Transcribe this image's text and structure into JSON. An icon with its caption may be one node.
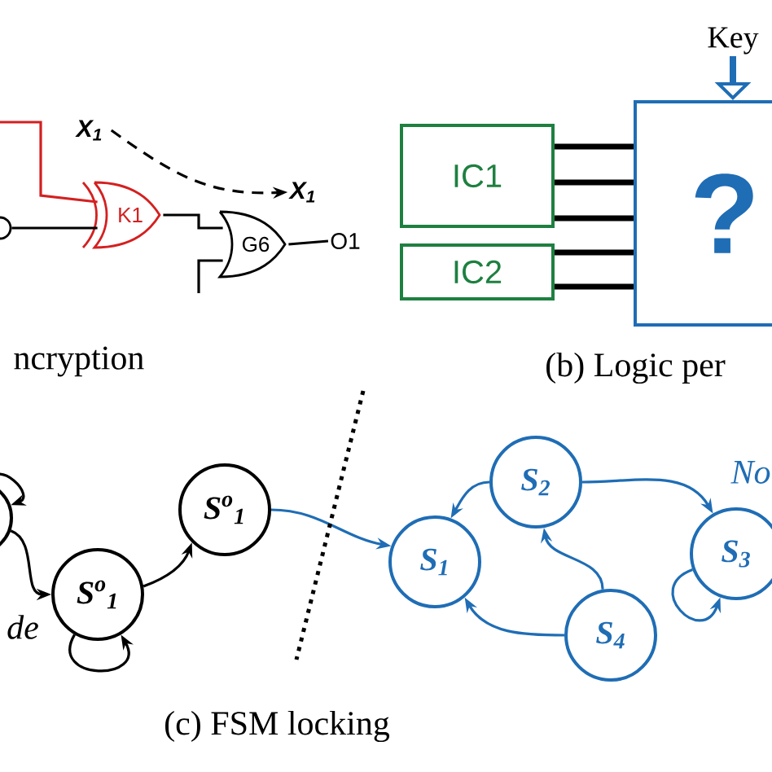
{
  "diagram": {
    "nodes": [
      {
        "text": [
          "X$_{1}$"
        ]
      },
      {
        "text": [
          "X$_{1}$"
        ]
      },
      {
        "text": [
          "K1"
        ]
      },
      {
        "text": [
          "G6"
        ]
      },
      {
        "text": [
          "O1"
        ]
      },
      {
        "text": [],
        "shape": "circle"
      },
      {
        "text": [
          "IC1"
        ]
      },
      {
        "text": [
          "IC2"
        ]
      },
      {
        "text": [
          "?"
        ]
      },
      {
        "text": [
          "Key"
        ]
      },
      {
        "text": [],
        "shape": "circle"
      },
      {
        "text": [
          "S$^{o}$$_{1}$"
        ]
      },
      {
        "text": [
          "S$^{o}$$_{1}$"
        ]
      },
      {
        "text": [
          "S$_{1}$"
        ]
      },
      {
        "text": [
          "S$_{2}$"
        ]
      },
      {
        "text": [
          "S$_{3}$"
        ]
      },
      {
        "text": [
          "S$_{4}$"
        ]
      }
    ],
    "edges": [
      {
        "from": 0,
        "to": 1,
        "arrow": "to",
        "style": "dashed"
      },
      {
        "from": null,
        "to": 2,
        "arrow": "none",
        "color": "#d42020"
      },
      {
        "from": 5,
        "to": 2,
        "arrow": "none"
      },
      {
        "from": 2,
        "to": 3,
        "arrow": "none"
      },
      {
        "from": null,
        "to": 3,
        "arrow": "none"
      },
      {
        "from": 3,
        "to": 4,
        "arrow": "none"
      },
      {
        "from": 6,
        "to": 8,
        "arrow": "none",
        "style": "thick"
      },
      {
        "from": 6,
        "to": 8,
        "arrow": "none",
        "style": "thick"
      },
      {
        "from": 6,
        "to": 8,
        "arrow": "none",
        "style": "thick"
      },
      {
        "from": 7,
        "to": 8,
        "arrow": "none",
        "style": "thick"
      },
      {
        "from": 7,
        "to": 8,
        "arrow": "none",
        "style": "thick"
      },
      {
        "from": 9,
        "to": 8,
        "arrow": "to",
        "style": "thick",
        "color": "#1f6db5"
      },
      {
        "from": 10,
        "to": 10,
        "arrow": "to"
      },
      {
        "from": 10,
        "to": 11,
        "arrow": "to"
      },
      {
        "from": 11,
        "to": 11,
        "arrow": "to"
      },
      {
        "from": 11,
        "to": 12,
        "arrow": "to"
      },
      {
        "from": 12,
        "to": 13,
        "arrow": "to",
        "color": "#1f6db5"
      },
      {
        "from": 14,
        "to": 13,
        "arrow": "to",
        "color": "#1f6db5"
      },
      {
        "from": 14,
        "to": 15,
        "arrow": "to",
        "color": "#1f6db5"
      },
      {
        "from": 16,
        "to": 13,
        "arrow": "to",
        "color": "#1f6db5"
      },
      {
        "from": 16,
        "to": 14,
        "arrow": "to",
        "color": "#1f6db5"
      },
      {
        "from": 15,
        "to": 15,
        "arrow": "to",
        "color": "#1f6db5"
      }
    ],
    "labels": [
      "ncryption",
      "(b) Logic per",
      "de",
      "No",
      "(c) FSM locking"
    ]
  }
}
